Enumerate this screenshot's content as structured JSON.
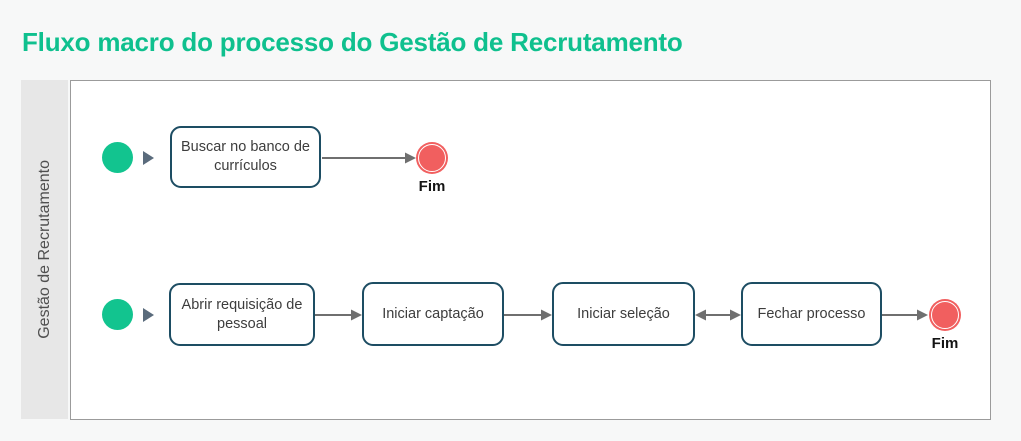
{
  "page": {
    "title": "Fluxo macro do processo do Gestão de Recrutamento"
  },
  "pool": {
    "lane_label": "Gestão de Recrutamento"
  },
  "flows": {
    "top": {
      "tasks": [
        {
          "label": "Buscar no banco de currículos"
        }
      ],
      "end_label": "Fim"
    },
    "bottom": {
      "tasks": [
        {
          "label": "Abrir requisição de pessoal"
        },
        {
          "label": "Iniciar captação"
        },
        {
          "label": "Iniciar seleção"
        },
        {
          "label": "Fechar processo"
        }
      ],
      "end_label": "Fim"
    }
  },
  "icons": {
    "start_event": "start-event-circle",
    "sequence_start": "play-triangle",
    "end_event": "end-event-circle",
    "flow": "arrow"
  },
  "colors": {
    "green": "#12c48f",
    "red": "#f15f5f",
    "box_border": "#1d4d63",
    "arrow": "#6f6f6f",
    "title": "#0fc08e",
    "triangle": "#5a6b7c",
    "lane_bg": "#e7e7e7",
    "canvas_border": "#9b9b9b",
    "task_text": "#3d3d3d"
  }
}
